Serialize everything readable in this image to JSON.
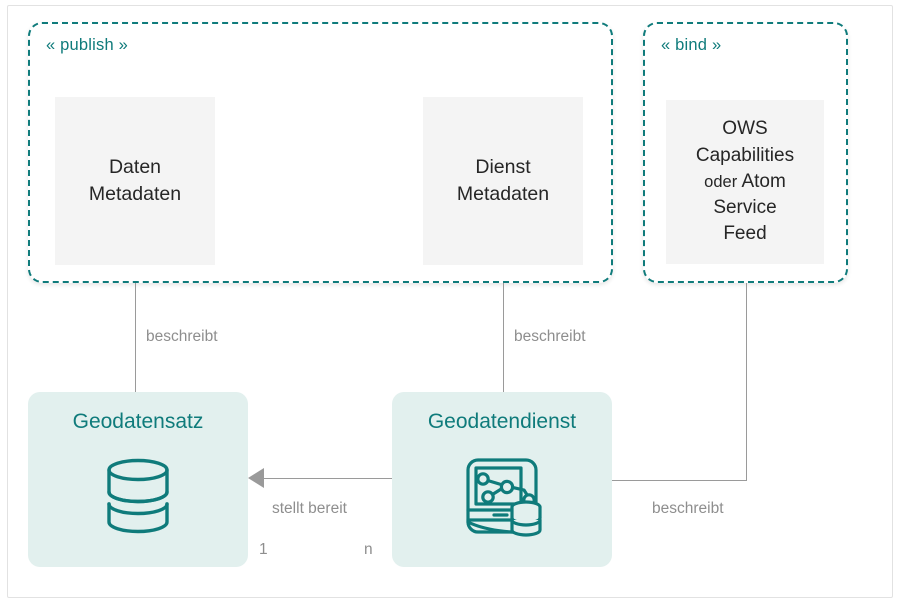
{
  "diagram": {
    "packages": [
      {
        "id": "publish",
        "label": "« publish »",
        "stereotype": "publish"
      },
      {
        "id": "bind",
        "label": "« bind »",
        "stereotype": "bind"
      }
    ],
    "artifacts": [
      {
        "id": "daten-metadaten",
        "line1": "Daten",
        "line2": "Metadaten"
      },
      {
        "id": "dienst-metadaten",
        "line1": "Dienst",
        "line2": "Metadaten"
      },
      {
        "id": "ows-capabilities",
        "line1": "OWS",
        "line2": "Capabilities",
        "line3_small": "oder",
        "line3_rest": "Atom",
        "line4": "Service",
        "line5": "Feed"
      }
    ],
    "entities": [
      {
        "id": "geodatensatz",
        "title": "Geodatensatz",
        "icon": "database-icon"
      },
      {
        "id": "geodatendienst",
        "title": "Geodatendienst",
        "icon": "geo-service-icon"
      }
    ],
    "edges": [
      {
        "id": "beschreibt-1",
        "label": "beschreibt"
      },
      {
        "id": "beschreibt-2",
        "label": "beschreibt"
      },
      {
        "id": "beschreibt-3",
        "label": "beschreibt"
      },
      {
        "id": "stellt-bereit",
        "label": "stellt bereit"
      }
    ],
    "multiplicities": {
      "source": "1",
      "target": "n"
    },
    "colors": {
      "teal": "#0f7b7b",
      "teal_fill": "#e2f0ee",
      "artifact_fill": "#f4f4f4",
      "connector_gray": "#9a9a9a",
      "label_gray": "#8e8e8e",
      "frame_border": "#e2e2e2",
      "artifact_text": "#262626"
    }
  }
}
